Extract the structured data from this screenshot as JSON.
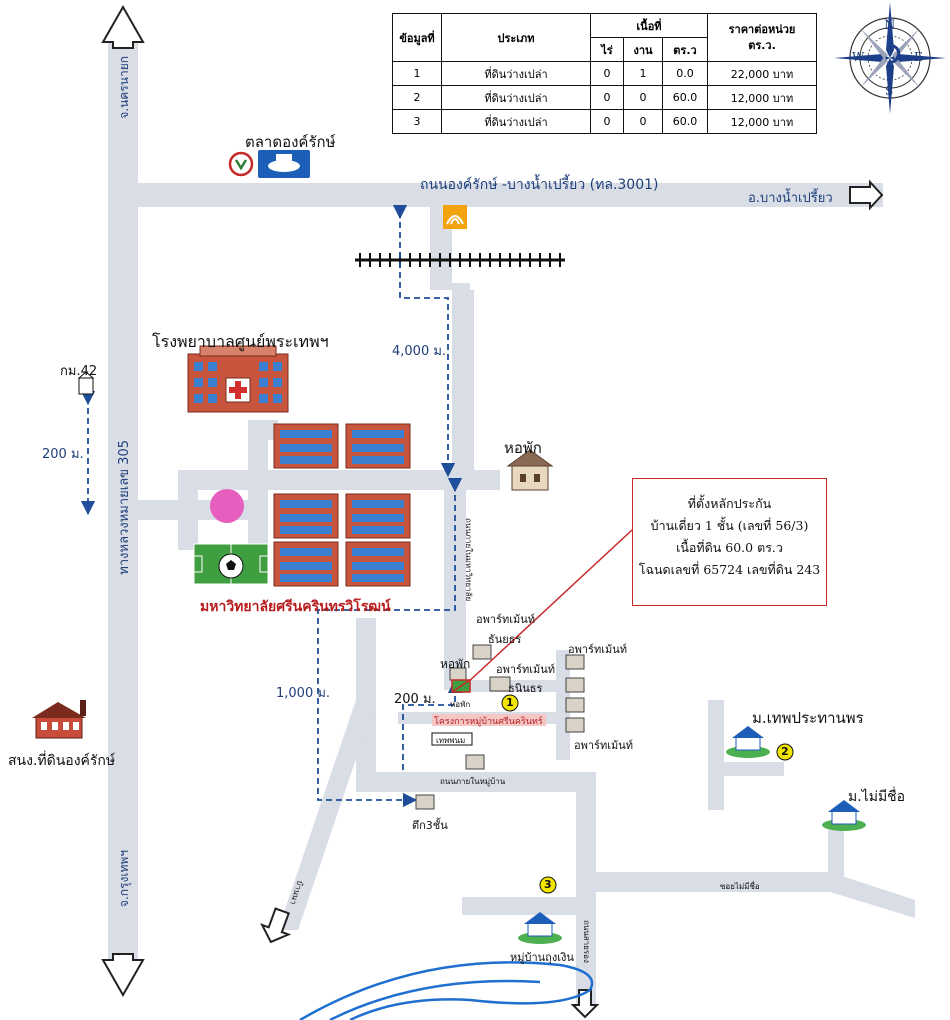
{
  "table": {
    "headers": {
      "no": "ข้อมูลที่",
      "type": "ประเภท",
      "area": "เนื้อที่",
      "price": "ราคาต่อหน่วย",
      "price_unit": "ตร.ว.",
      "rai": "ไร่",
      "ngan": "งาน",
      "wa": "ตร.ว"
    },
    "rows": [
      {
        "no": "1",
        "type": "ที่ดินว่างเปล่า",
        "rai": "0",
        "ngan": "1",
        "wa": "0.0",
        "price": "22,000 บาท"
      },
      {
        "no": "2",
        "type": "ที่ดินว่างเปล่า",
        "rai": "0",
        "ngan": "0",
        "wa": "60.0",
        "price": "12,000 บาท"
      },
      {
        "no": "3",
        "type": "ที่ดินว่างเปล่า",
        "rai": "0",
        "ngan": "0",
        "wa": "60.0",
        "price": "12,000 บาท"
      }
    ]
  },
  "compass": {
    "n": "N",
    "s": "S",
    "e": "E",
    "w": "W"
  },
  "labels": {
    "market": "ตลาดองค์รักษ์",
    "main_road": "ถนนองค์รักษ์ -บางน้ำเปรี้ยว (ทล.3001)",
    "bang_nam_priao": "อ.บางน้ำเปรี้ยว",
    "nakhon_nayok": "จ.นครนายก",
    "highway_305": "ทางหลวงหมายเลข 305",
    "bangkok": "จ.กรุงเทพฯ",
    "km42": "กม.42",
    "dist_200_left": "200 ม.",
    "hospital": "โรงพยาบาลศูนย์พระเทพฯ",
    "dist_4000": "4,000 ม.",
    "dormitory_right": "หอพัก",
    "university": "มหาวิทยาลัยศรีนครินทรวิโรฒน์",
    "dist_1000": "1,000 ม.",
    "dist_200_mid": "200 ม.",
    "apartment_thanyathorn_1": "อพาร์ทเม้นท์",
    "apartment_thanyathorn_2": "ธันยธร",
    "apartment_right_top": "อพาร์ทเม้นท์",
    "dormitory_mid": "หอพัก",
    "apartment_thaninthorn_1": "อพาร์ทเม้นท์",
    "apartment_thaninthorn_2": "ธนินธร",
    "apartment_right_bottom": "อพาร์ทเม้นท์",
    "house_small": "หอพัก",
    "project_name": "โครงการหมู่บ้านศรีนครินทร์",
    "small_sign": "เทพพนม",
    "building_3f": "ตึก3ชั้น",
    "moo_thep_prathan": "ม.เทพประทานพร",
    "moo_no_name": "ม.ไม่มีชื่อ",
    "land_office": "สนง.ที่ดินองค์รักษ์",
    "village_ngern": "หมู่บ้านถุงเงิน",
    "road_soi_right": "ซอยไม่มีชื่อ",
    "road_vertical_univ": "ถนนภายในมหาวิทยาลัย",
    "road_bottom_inner": "ถนนภายในหมู่บ้าน",
    "road_diag": "บ้านนา",
    "road_bottom_vert": "ถนนสายรอง"
  },
  "markers": {
    "m1": "1",
    "m2": "2",
    "m3": "3"
  },
  "callout": {
    "line1": "ที่ตั้งหลักประกัน",
    "line2": "บ้านเดี่ยว 1 ชั้น (เลขที่ 56/3)",
    "line3": "เนื้อที่ดิน 60.0 ตร.ว",
    "line4": "โฉนดเลขที่ 65724 เลขที่ดิน 243"
  },
  "colors": {
    "road": "#d9dde6",
    "road_edge": "#c5cad6",
    "label_blue": "#1f3f7a",
    "dashed_path": "#1f4e9a",
    "callout_border": "#c62828",
    "marker_yellow": "#f2e600",
    "building_red": "#b23a3a",
    "river": "#1e6fd0"
  }
}
